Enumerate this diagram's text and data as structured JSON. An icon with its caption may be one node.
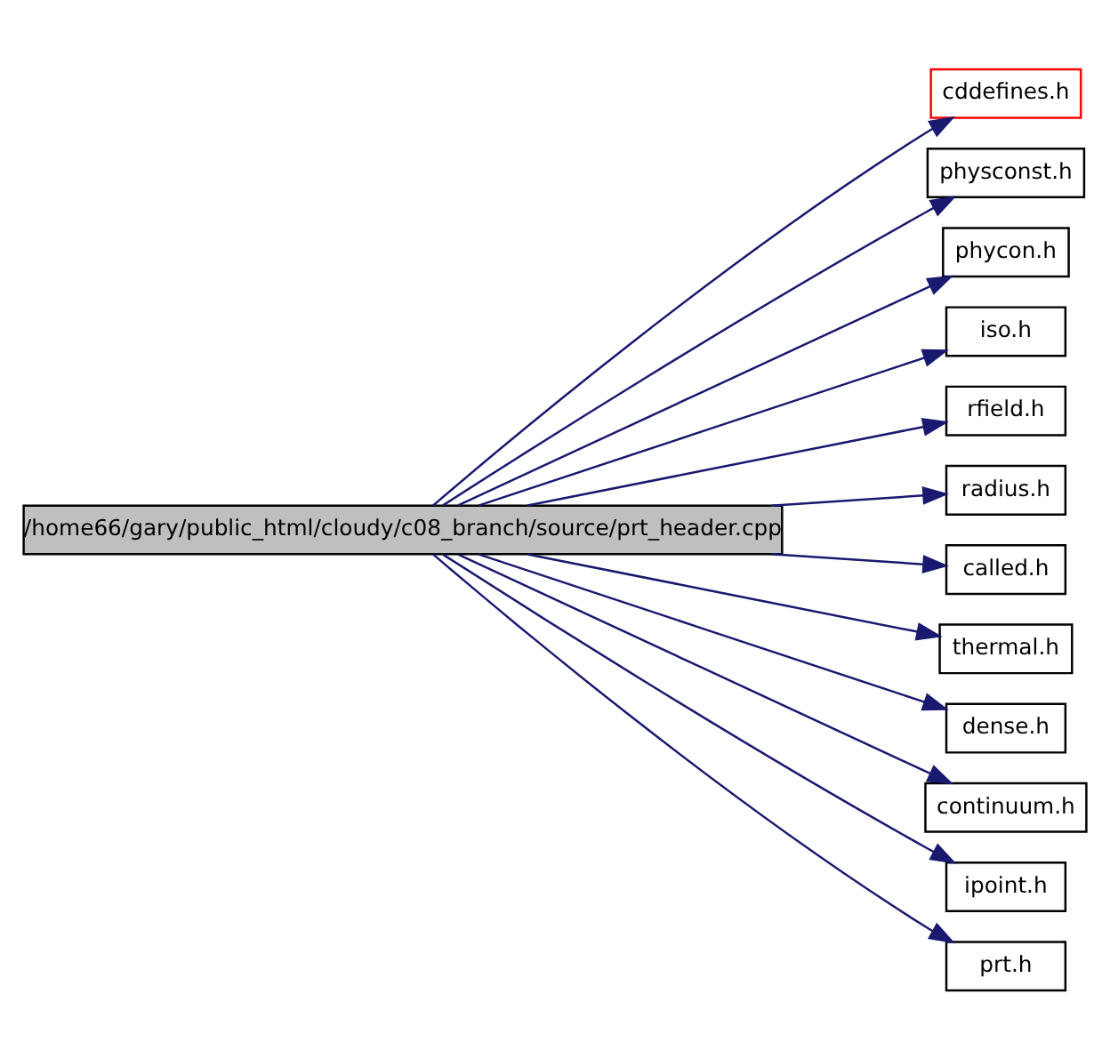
{
  "diagram": {
    "nodes": [
      {
        "text": [
          "/home66/gary/public_html/cloudy/c08_branch/source/prt_header.cpp"
        ]
      },
      {
        "text": [
          "cddefines.h"
        ]
      },
      {
        "text": [
          "physconst.h"
        ]
      },
      {
        "text": [
          "phycon.h"
        ]
      },
      {
        "text": [
          "iso.h"
        ]
      },
      {
        "text": [
          "rfield.h"
        ]
      },
      {
        "text": [
          "radius.h"
        ]
      },
      {
        "text": [
          "called.h"
        ]
      },
      {
        "text": [
          "thermal.h"
        ]
      },
      {
        "text": [
          "dense.h"
        ]
      },
      {
        "text": [
          "continuum.h"
        ]
      },
      {
        "text": [
          "ipoint.h"
        ]
      },
      {
        "text": [
          "prt.h"
        ]
      }
    ],
    "edges": [
      {
        "from": 0,
        "to": 1,
        "arrow": "to"
      },
      {
        "from": 0,
        "to": 2,
        "arrow": "to"
      },
      {
        "from": 0,
        "to": 3,
        "arrow": "to"
      },
      {
        "from": 0,
        "to": 4,
        "arrow": "to"
      },
      {
        "from": 0,
        "to": 5,
        "arrow": "to"
      },
      {
        "from": 0,
        "to": 6,
        "arrow": "to"
      },
      {
        "from": 0,
        "to": 7,
        "arrow": "to"
      },
      {
        "from": 0,
        "to": 8,
        "arrow": "to"
      },
      {
        "from": 0,
        "to": 9,
        "arrow": "to"
      },
      {
        "from": 0,
        "to": 10,
        "arrow": "to"
      },
      {
        "from": 0,
        "to": 11,
        "arrow": "to"
      },
      {
        "from": 0,
        "to": 12,
        "arrow": "to"
      }
    ]
  }
}
